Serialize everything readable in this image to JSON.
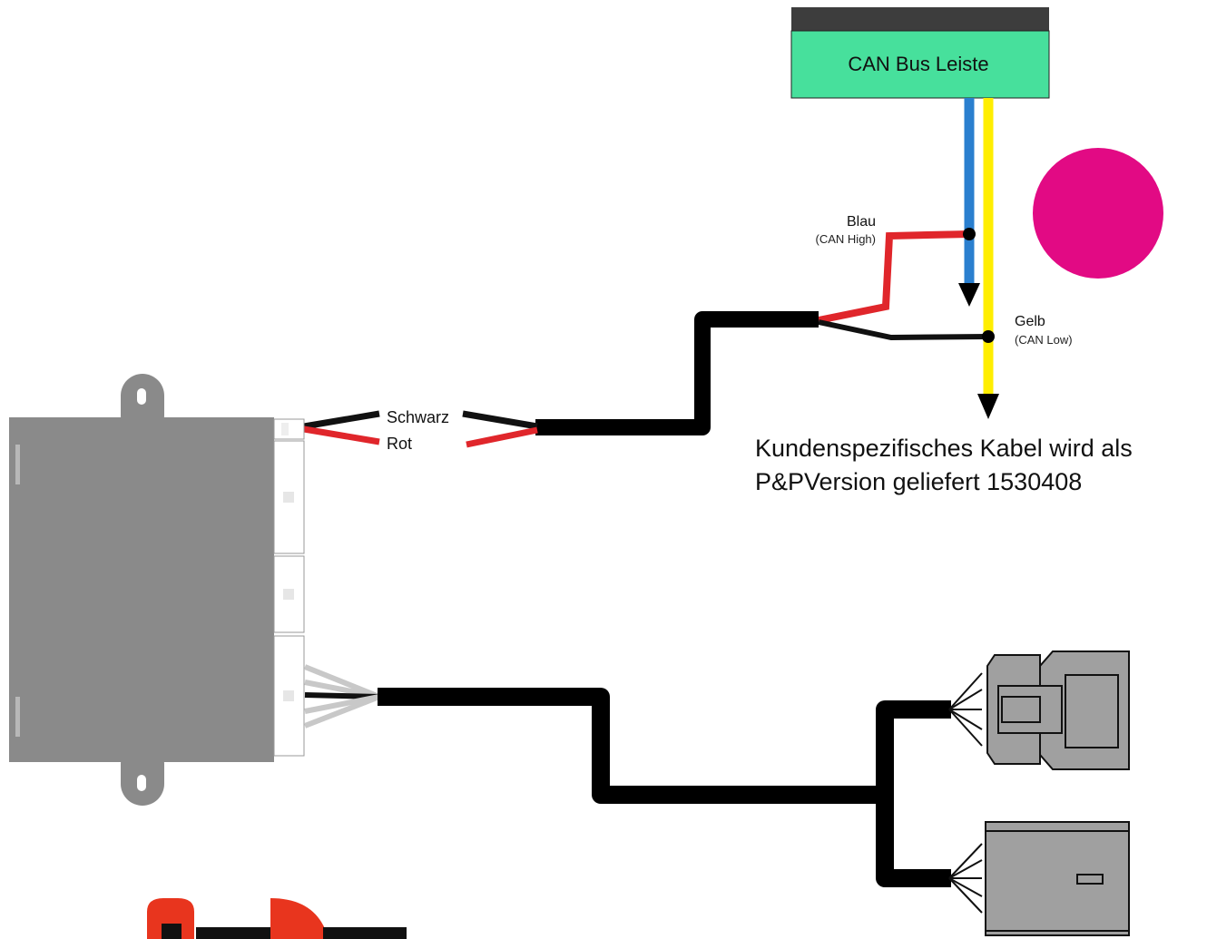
{
  "bus": {
    "label": "CAN Bus Leiste"
  },
  "wires": {
    "blau": {
      "label": "Blau",
      "sub": "(CAN High)"
    },
    "gelb": {
      "label": "Gelb",
      "sub": "(CAN Low)"
    },
    "schwarz": {
      "label": "Schwarz"
    },
    "rot": {
      "label": "Rot"
    }
  },
  "note": {
    "line1": "Kundenspezifisches Kabel wird als",
    "line2": "P&PVersion geliefert 1530408"
  },
  "colors": {
    "bus_fill": "#47e09c",
    "bus_top": "#3d3d3d",
    "can_high": "#2a7fcf",
    "can_low": "#ffee00",
    "red_wire": "#e0262b",
    "magenta_dot": "#e20a84",
    "module_gray": "#8a8a8a",
    "connector_gray": "#a0a0a0",
    "logo_red": "#e8351e"
  },
  "icons": {
    "indicator": "magenta-dot-icon",
    "logo": "brand-logo-partial"
  }
}
